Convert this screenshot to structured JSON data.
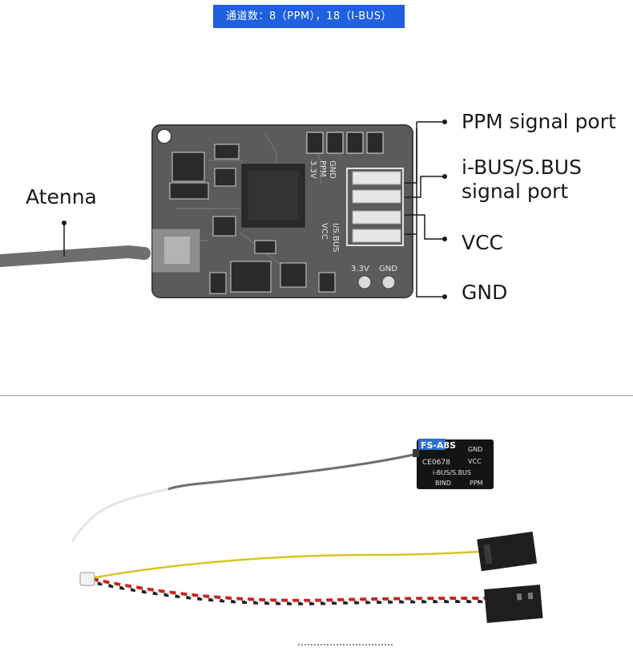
{
  "banner": {
    "text": "通道数：8（PPM），18（I-BUS）"
  },
  "diagram": {
    "antenna_label": "Atenna",
    "ports": {
      "ppm": "PPM signal port",
      "ibus_line1": "i-BUS/S.BUS",
      "ibus_line2": "signal port",
      "vcc": "VCC",
      "gnd": "GND"
    },
    "pcb_silkscreen": {
      "gnd": "GND",
      "ppm": "PPM",
      "v33": "3.3V",
      "vcc": "VCC",
      "ibus": "I/S.BUS",
      "bottom_33v": "3.3V",
      "bottom_gnd": "GND"
    }
  },
  "module": {
    "brand": "FS-A8S",
    "cert": "CE0678",
    "gnd": "GND",
    "vcc": "VCC",
    "ibus": "i-BUS/S.BUS",
    "bind": "BIND",
    "ppm": "PPM"
  },
  "colors": {
    "banner_bg": "#1f5fe0",
    "pcb": "#5a5a5a",
    "module_blue": "#2f6fd0"
  }
}
